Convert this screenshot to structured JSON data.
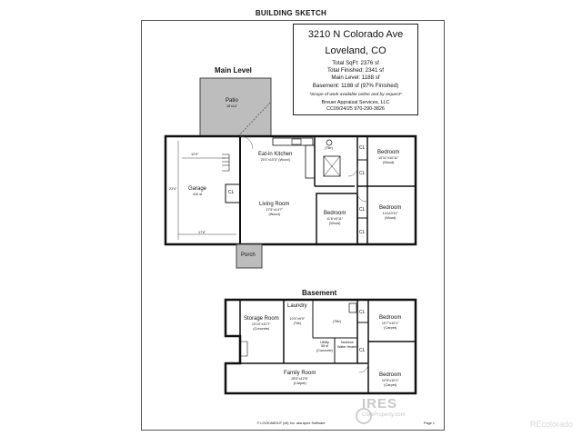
{
  "header": {
    "title": "BUILDING SKETCH"
  },
  "info": {
    "street": "3210 N Colorado Ave",
    "city": "Loveland, CO",
    "total_sqft": "Total SqFt: 2376 sf",
    "total_finished": "Total Finished: 2341 sf",
    "main_level": "Main Level: 1188 sf",
    "basement": "Basement: 1188 sf (97% Finished)",
    "scope_note": "*Scope of work available online and by request*",
    "firm": "Breuer Appraisal Services, LLC",
    "contact": "CC09/24/25  970-290-3826"
  },
  "main_level": {
    "heading": "Main Level",
    "patio": {
      "name": "Patio",
      "dim": "18'x14'"
    },
    "garage": {
      "name": "Garage",
      "dim": "410 sf",
      "side_dim": "23'4\"",
      "top_dim": "12'0\"",
      "bottom_dim": "17'6\"",
      "closet": "CL"
    },
    "kitchen": {
      "name": "Eat-in Kitchen",
      "dim": "20'1\"x10'3\" (Wood)"
    },
    "tile": "(Tile)",
    "living": {
      "name": "Living Room",
      "dim": "17'5\"x14'7\"",
      "floor": "(Wood)"
    },
    "bedroom1": {
      "name": "Bedroom",
      "dim": "10'11\"x10'11\"",
      "floor": "(Wood)"
    },
    "bedroom2": {
      "name": "Bedroom",
      "dim": "14'x10'11\"",
      "floor": "(Wood)"
    },
    "bedroom3": {
      "name": "Bedroom",
      "dim": "11'6\"x9'11\"",
      "floor": "(Wood)"
    },
    "porch": "Porch",
    "closets": [
      "CL",
      "CL",
      "CL",
      "CL"
    ]
  },
  "basement": {
    "heading": "Basement",
    "storage": {
      "name": "Storage Room",
      "dim": "10'10\"x10'7\"",
      "floor": "(Concrete)"
    },
    "laundry": {
      "name": "Laundry",
      "dim": "10'4\"x9'9\"",
      "floor": "(Tile)"
    },
    "tile": "(Tile)",
    "utility": {
      "name": "Utility",
      "dim": "35 sf",
      "floor": "(Concrete)"
    },
    "water_heater": {
      "name": "Tankless",
      "name2": "Water Heater"
    },
    "family": {
      "name": "Family Room",
      "dim": "28'5\"x12'6\"",
      "floor": "(Carpet)"
    },
    "bedroom1": {
      "name": "Bedroom",
      "dim": "10'7\"x10'1\"",
      "floor": "(Carpet)"
    },
    "bedroom2": {
      "name": "Bedroom",
      "dim": "12'5\"x10'1\"",
      "floor": "(Carpet)"
    },
    "closets": [
      "CL",
      "CL"
    ]
  },
  "footer": {
    "copyright": "© LOOKABOUT (v8) Inc. aka Apex Software",
    "page": "Page 1"
  },
  "watermark": {
    "ires": "IRES",
    "ires_small": "ColoProperty.com",
    "recolorado": "REcolorado"
  }
}
